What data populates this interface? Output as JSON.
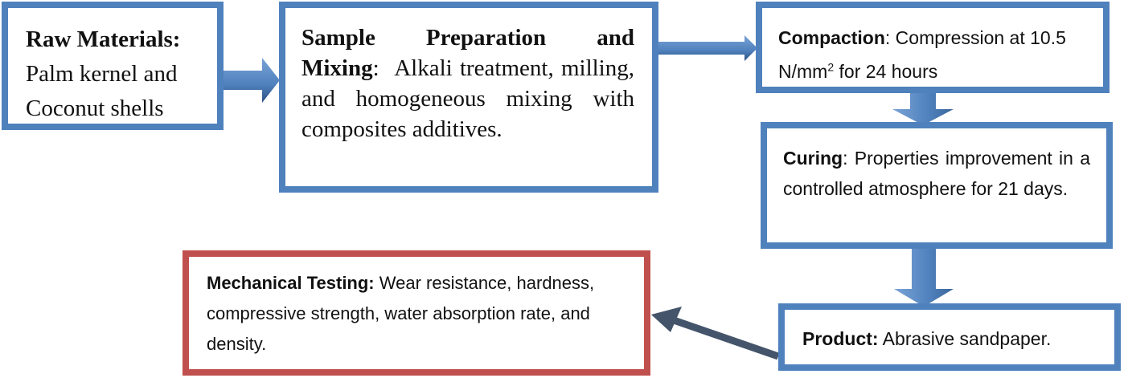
{
  "diagram": {
    "type": "flowchart",
    "nodes": [
      {
        "id": "raw_materials",
        "title": "Raw Materials:",
        "text": "Palm kernel and Coconut shells"
      },
      {
        "id": "sample_preparation",
        "title": "Sample Preparation and Mixing",
        "sep": ":",
        "text": "Alkali treatment, milling, and homogeneous mixing with composites additives."
      },
      {
        "id": "compaction",
        "title": "Compaction",
        "sep": ": ",
        "text_pre": "Compression at 10.5 N/mm",
        "superscript": "2",
        "text_post": " for 24 hours"
      },
      {
        "id": "curing",
        "title": "Curing",
        "sep": ": ",
        "text": "Properties improvement in a controlled atmosphere for 21 days."
      },
      {
        "id": "product",
        "title": "Product:",
        "text": " Abrasive sandpaper."
      },
      {
        "id": "mechanical_testing",
        "title": "Mechanical Testing:",
        "text": " Wear resistance, hardness, compressive strength, water absorption rate, and density."
      }
    ],
    "edges": [
      {
        "from": "raw_materials",
        "to": "sample_preparation"
      },
      {
        "from": "sample_preparation",
        "to": "compaction"
      },
      {
        "from": "compaction",
        "to": "curing"
      },
      {
        "from": "curing",
        "to": "product"
      },
      {
        "from": "product",
        "to": "mechanical_testing"
      }
    ],
    "colors": {
      "box_border_blue": "#4f81bd",
      "box_border_red": "#c0504d",
      "arrow_blue": "#4f81bd",
      "arrow_dark": "#44546a"
    }
  }
}
